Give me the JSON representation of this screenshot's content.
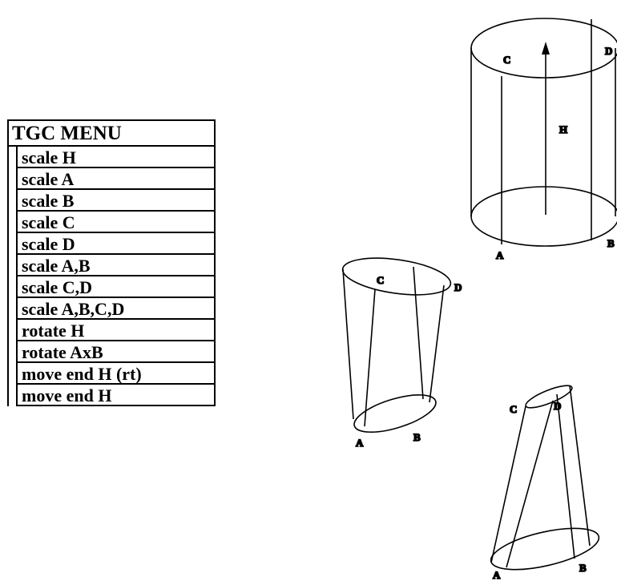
{
  "menu": {
    "title": "TGC MENU",
    "items": [
      "scale H",
      "scale A",
      "scale B",
      "scale C",
      "scale D",
      "scale A,B",
      "scale C,D",
      "scale A,B,C,D",
      "rotate H",
      "rotate AxB",
      "move end H (rt)",
      "move end H"
    ]
  },
  "figures": {
    "cylinder": {
      "A": "A",
      "B": "B",
      "C": "C",
      "D": "D",
      "H": "H"
    },
    "cone_inverted": {
      "A": "A",
      "B": "B",
      "C": "C",
      "D": "D"
    },
    "cone_narrow_top": {
      "A": "A",
      "B": "B",
      "C": "C",
      "D": "D"
    }
  }
}
